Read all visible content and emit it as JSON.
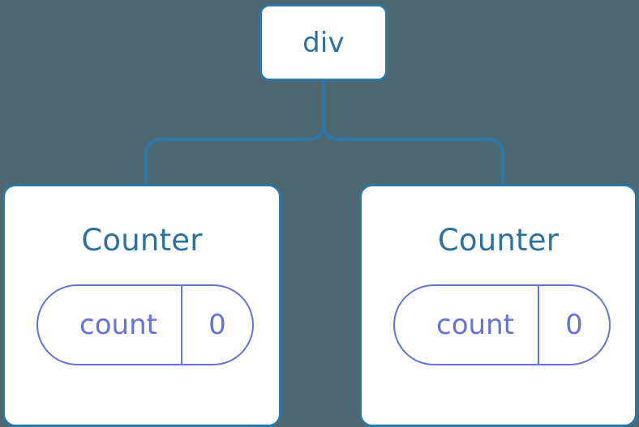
{
  "diagram": {
    "type": "component-tree",
    "background_color": "#4d6771",
    "node_border_color": "#2b77a8",
    "node_fill_color": "#ffffff",
    "node_title_color": "#2d719e",
    "connector_color": "#2b77a8",
    "state_pill_color": "#6573d6"
  },
  "root": {
    "label": "div"
  },
  "children": [
    {
      "label": "Counter",
      "state": {
        "key": "count",
        "value": "0"
      }
    },
    {
      "label": "Counter",
      "state": {
        "key": "count",
        "value": "0"
      }
    }
  ]
}
